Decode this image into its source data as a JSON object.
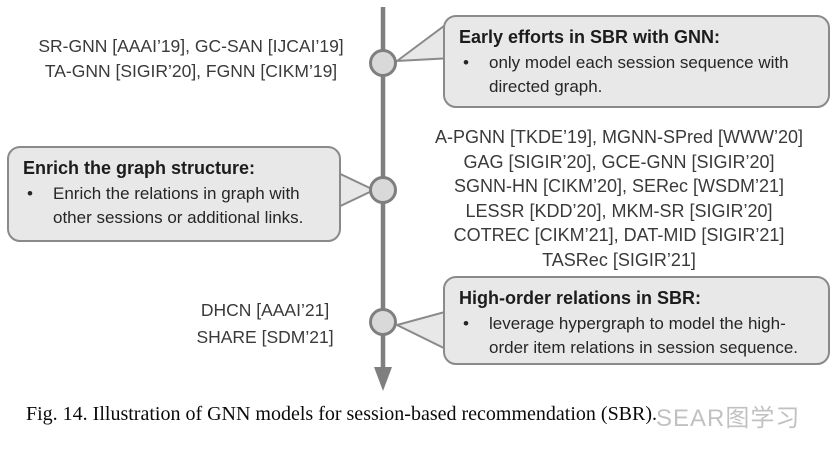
{
  "ui": {
    "bullet_char": "•"
  },
  "colors": {
    "timeline_line": "#7f7f7f",
    "node_fill": "#d9d9d9",
    "node_border": "#7f7f7f",
    "callout_fill": "#e9e8e8",
    "callout_border": "#8a8a8a",
    "text": "#353535"
  },
  "timeline": {
    "stages": [
      {
        "side_label_lines": [
          "SR-GNN [AAAI’19], GC-SAN [IJCAI’19]",
          "TA-GNN [SIGIR’20], FGNN [CIKM’19]"
        ],
        "callout": {
          "title": "Early efforts in SBR with GNN:",
          "bullet": "only model each session sequence with directed graph."
        }
      },
      {
        "side_label_lines": [
          "A-PGNN [TKDE’19], MGNN-SPred [WWW’20]",
          "GAG [SIGIR’20], GCE-GNN [SIGIR’20]",
          "SGNN-HN [CIKM’20], SERec [WSDM’21]",
          "LESSR [KDD’20], MKM-SR [SIGIR’20]",
          "COTREC [CIKM’21], DAT-MID [SIGIR’21]",
          "TASRec [SIGIR’21]"
        ],
        "callout": {
          "title": "Enrich the graph structure:",
          "bullet": "Enrich the relations in graph with other sessions or additional links."
        }
      },
      {
        "side_label_lines": [
          "DHCN [AAAI’21]",
          "SHARE [SDM’21]"
        ],
        "callout": {
          "title": "High-order relations in SBR:",
          "bullet": "leverage hypergraph to model the high-order item relations in session sequence."
        }
      }
    ]
  },
  "caption": "Fig. 14.  Illustration of GNN models for session-based recommendation (SBR).",
  "watermark": "SEAR图学习"
}
